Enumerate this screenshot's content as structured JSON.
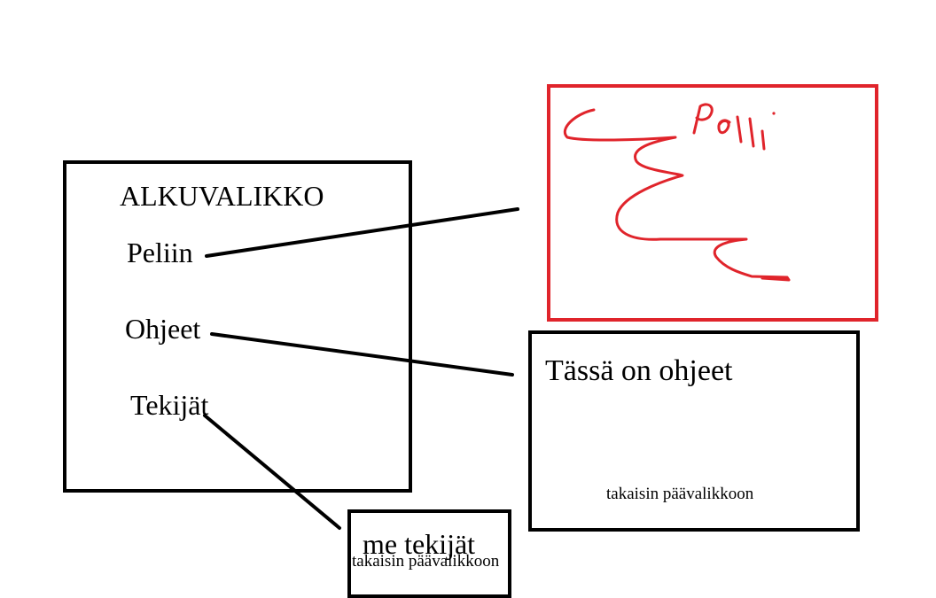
{
  "main_menu": {
    "title": "ALKUVALIKKO",
    "items": [
      {
        "id": "peliin",
        "label": "Peliin"
      },
      {
        "id": "ohjeet",
        "label": "Ohjeet"
      },
      {
        "id": "tekijat",
        "label": "Tekijät"
      }
    ]
  },
  "game_screen": {
    "handwritten_label": "Pelli",
    "border_color": "#e0242b"
  },
  "instructions_screen": {
    "text": "Tässä on ohjeet",
    "back_label": "takaisin päävalikkoon"
  },
  "credits_screen": {
    "text": "me tekijät",
    "back_label": "takaisin päävalikkoon"
  }
}
